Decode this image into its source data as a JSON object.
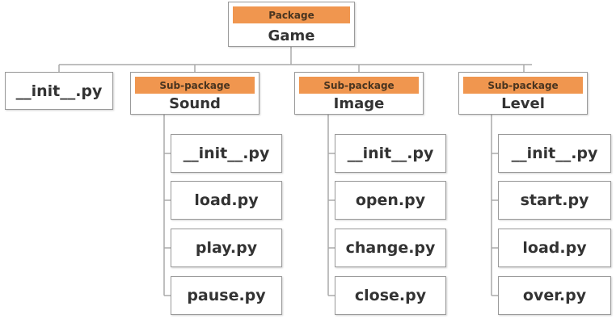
{
  "root": {
    "tag": "Package",
    "name": "Game"
  },
  "root_file": "__init__.py",
  "subpackages": [
    {
      "tag": "Sub-package",
      "name": "Sound",
      "files": [
        "__init__.py",
        "load.py",
        "play.py",
        "pause.py"
      ]
    },
    {
      "tag": "Sub-package",
      "name": "Image",
      "files": [
        "__init__.py",
        "open.py",
        "change.py",
        "close.py"
      ]
    },
    {
      "tag": "Sub-package",
      "name": "Level",
      "files": [
        "__init__.py",
        "start.py",
        "load.py",
        "over.py"
      ]
    }
  ],
  "colors": {
    "tag_fill": "#f0964f",
    "line": "#aaaaaa",
    "border": "#9a9a9a"
  }
}
